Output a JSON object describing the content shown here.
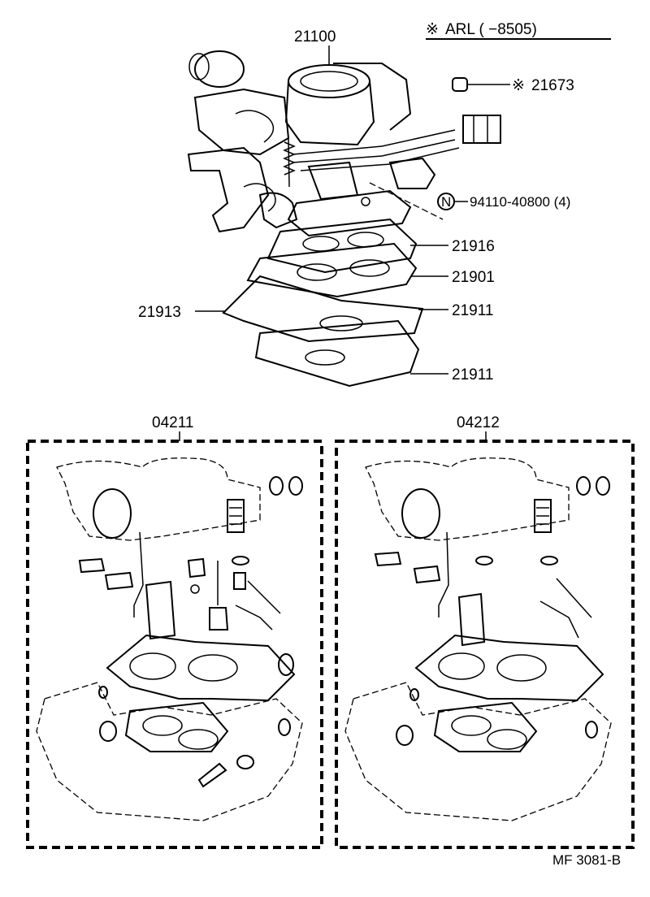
{
  "header": {
    "note_mark": "※",
    "note_text": "ARL (      −8505)"
  },
  "parts": {
    "carburetor": "21100",
    "connector_note_mark": "※",
    "connector": "21673",
    "nut_symbol": "N",
    "nut": "94110-40800 (4)",
    "gasket_upper": "21916",
    "insulator": "21901",
    "heat_plate": "21913",
    "gasket_mid": "21911",
    "gasket_lower": "21911"
  },
  "kits": [
    {
      "number": "04211"
    },
    {
      "number": "04212"
    }
  ],
  "footer": {
    "code": "MF  3081-B"
  },
  "colors": {
    "ink": "#000000",
    "paper": "#ffffff"
  }
}
